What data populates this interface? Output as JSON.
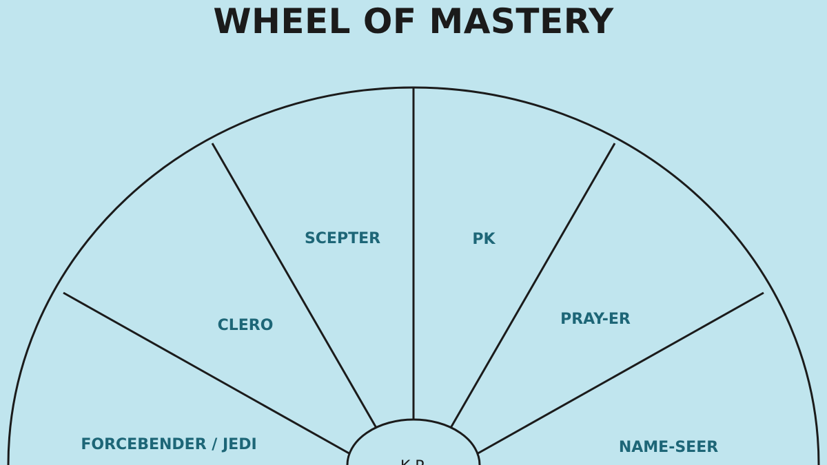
{
  "title": "WHEEL OF MASTERY",
  "colors": {
    "background": "#c0e5ee",
    "line": "#1b1b1b",
    "segment_text": "#1d6677"
  },
  "segments": [
    {
      "label": "FORCEBENDER / JEDI"
    },
    {
      "label": "CLERO"
    },
    {
      "label": "SCEPTER"
    },
    {
      "label": "PK"
    },
    {
      "label": "PRAY-ER"
    },
    {
      "label": "NAME-SEER"
    }
  ],
  "hub": {
    "label": "K.P."
  }
}
